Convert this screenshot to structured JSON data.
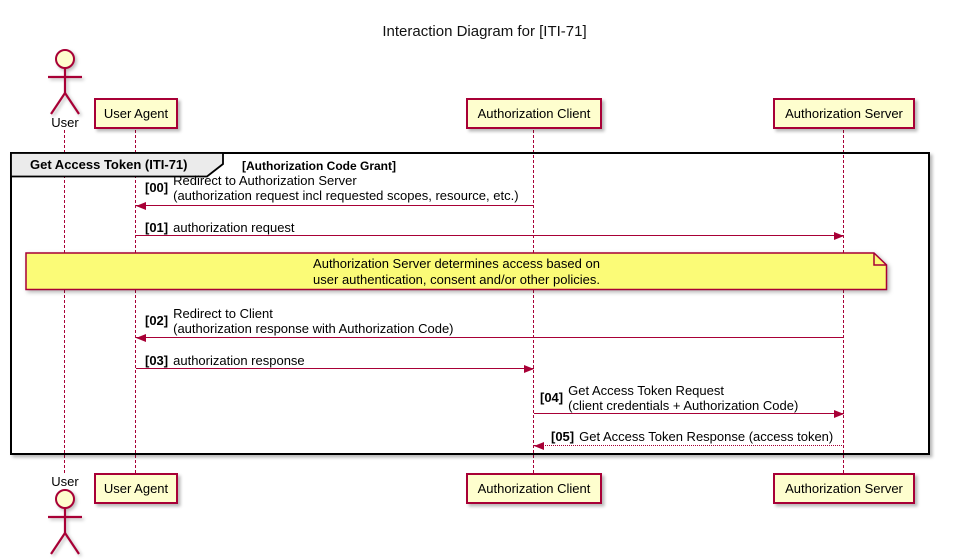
{
  "title": "Interaction Diagram for [ITI-71]",
  "colors": {
    "accent": "#A80036",
    "participant_fill": "#FEFECE",
    "note_fill": "#FBFB77",
    "frame_label_fill": "#EBEBEB",
    "frame_border": "#000000"
  },
  "participants": [
    {
      "label": "User",
      "type": "actor"
    },
    {
      "label": "User Agent",
      "type": "participant"
    },
    {
      "label": "Authorization Client",
      "type": "participant"
    },
    {
      "label": "Authorization Server",
      "type": "participant"
    }
  ],
  "frame": {
    "label": "Get Access Token (ITI-71)",
    "condition": "[Authorization Code Grant]"
  },
  "messages": [
    {
      "seq": "[00]",
      "from": "Authorization Client",
      "to": "User Agent",
      "line1": "Redirect to Authorization Server",
      "line2": "(authorization request incl requested scopes, resource, etc.)",
      "style": "solid"
    },
    {
      "seq": "[01]",
      "from": "User Agent",
      "to": "Authorization Server",
      "line1": "authorization request",
      "style": "solid"
    },
    {
      "seq": "[02]",
      "from": "Authorization Server",
      "to": "User Agent",
      "line1": "Redirect to Client",
      "line2": "(authorization response with Authorization Code)",
      "style": "solid"
    },
    {
      "seq": "[03]",
      "from": "User Agent",
      "to": "Authorization Client",
      "line1": "authorization response",
      "style": "solid"
    },
    {
      "seq": "[04]",
      "from": "Authorization Client",
      "to": "Authorization Server",
      "line1": "Get Access Token Request",
      "line2": "(client credentials + Authorization Code)",
      "style": "solid"
    },
    {
      "seq": "[05]",
      "from": "Authorization Server",
      "to": "Authorization Client",
      "line1": "Get Access Token Response (access token)",
      "style": "dotted"
    }
  ],
  "note": {
    "line1": "Authorization Server determines access based on",
    "line2": "user authentication, consent and/or other policies."
  }
}
